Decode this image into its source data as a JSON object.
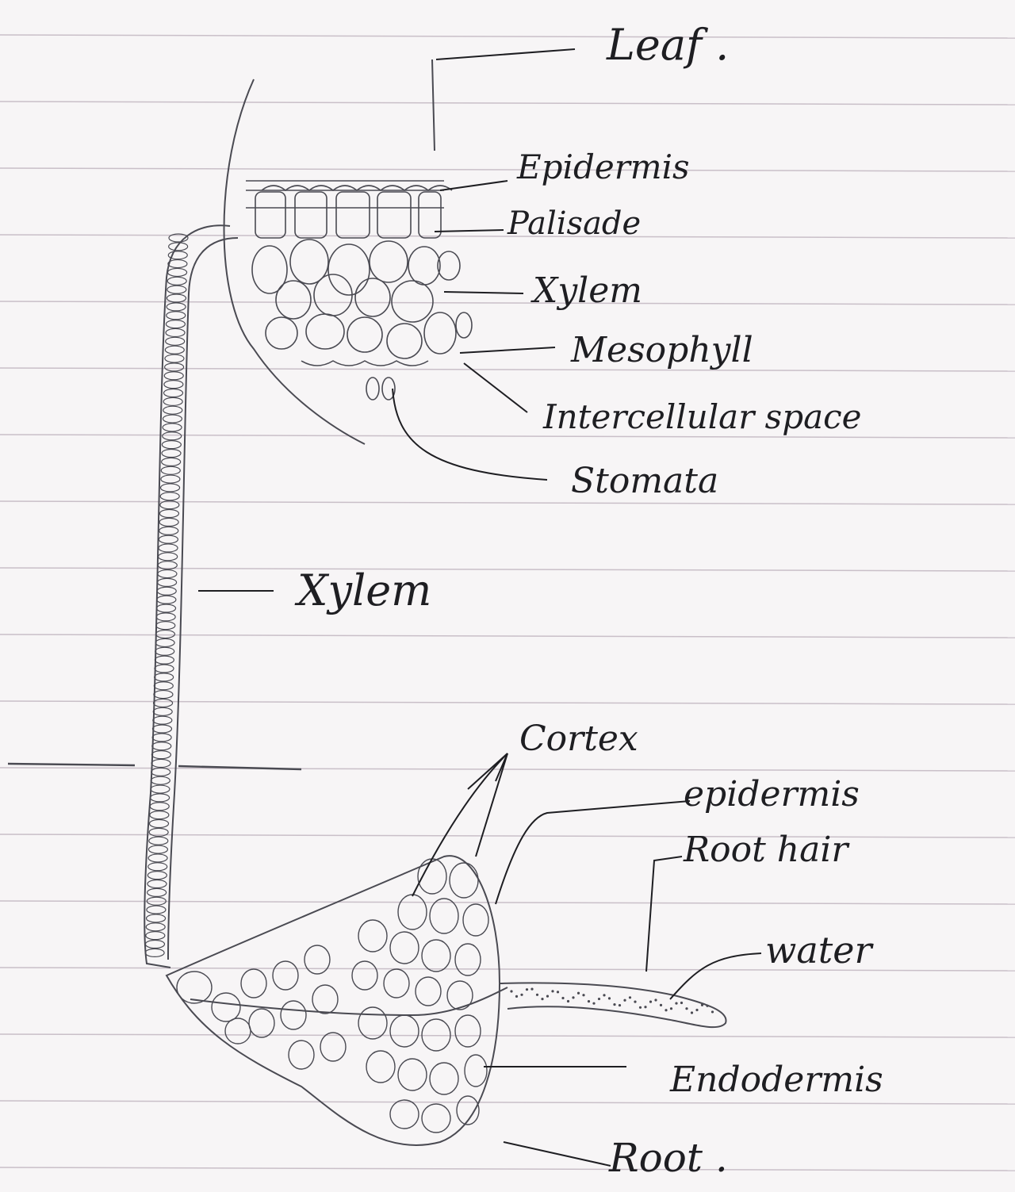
{
  "diagram": {
    "labels": {
      "leaf": "Leaf .",
      "epidermis_leaf": "Epidermis",
      "palisade": "Palisade",
      "xylem_leaf": "Xylem",
      "mesophyll": "Mesophyll",
      "intercellular_space": "Intercellular space",
      "stomata": "Stomata",
      "xylem_stem": "Xylem",
      "cortex": "Cortex",
      "epidermis_root": "epidermis",
      "root_hair": "Root hair",
      "water": "water",
      "endodermis": "Endodermis",
      "root": "Root ."
    },
    "colors": {
      "paper": "#f7f5f6",
      "rule_line": "#c9bfc8",
      "pencil": "#4a4a52",
      "ink": "#1e1e22"
    }
  }
}
